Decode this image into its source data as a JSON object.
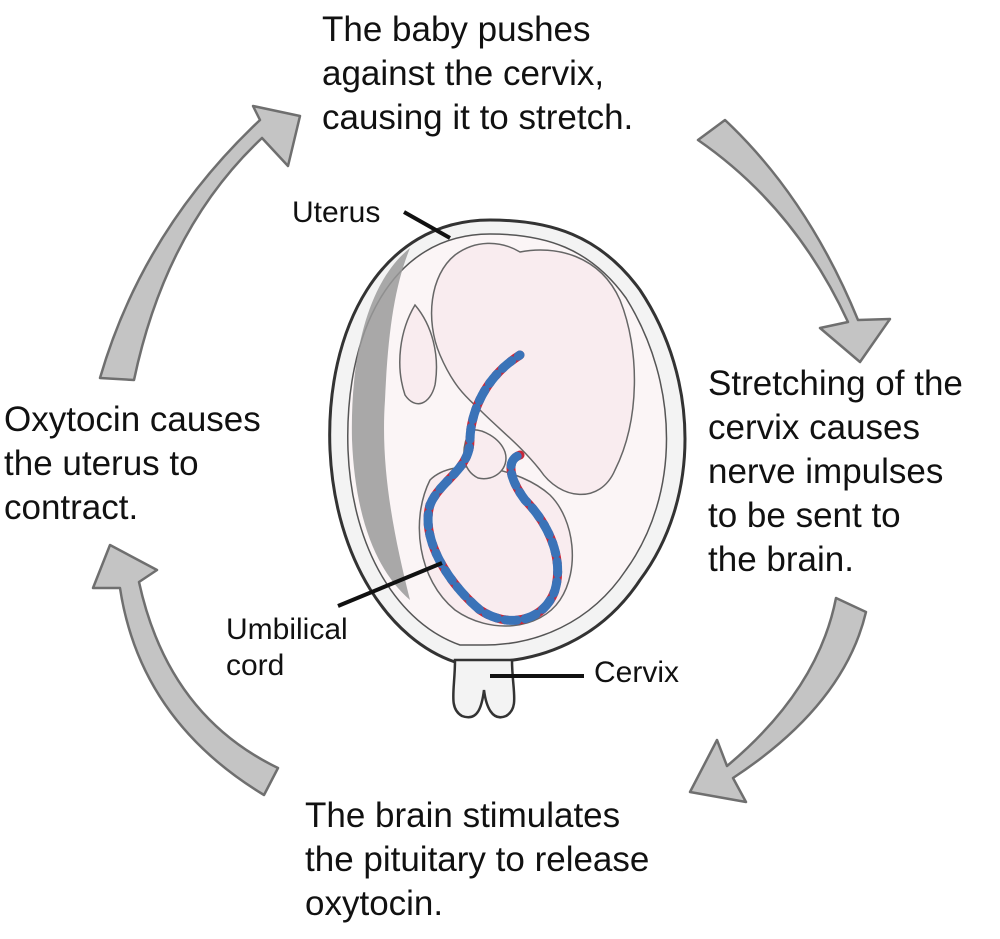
{
  "diagram": {
    "steps": {
      "top": "The baby pushes\nagainst the cervix,\ncausing it to stretch.",
      "right": "Stretching of the\ncervix causes\nnerve impulses\nto be sent to\nthe brain.",
      "bottom": "The brain stimulates\nthe pituitary to release\noxytocin.",
      "left": "Oxytocin causes\nthe uterus to\ncontract."
    },
    "labels": {
      "uterus": "Uterus",
      "umbilical_cord": "Umbilical\ncord",
      "cervix": "Cervix"
    },
    "colors": {
      "arrow_fill": "#c4c4c4",
      "arrow_stroke": "#6f6f6f",
      "cord_red": "#c8283a",
      "cord_blue": "#3a73b8",
      "skin": "#f9ecef"
    }
  }
}
